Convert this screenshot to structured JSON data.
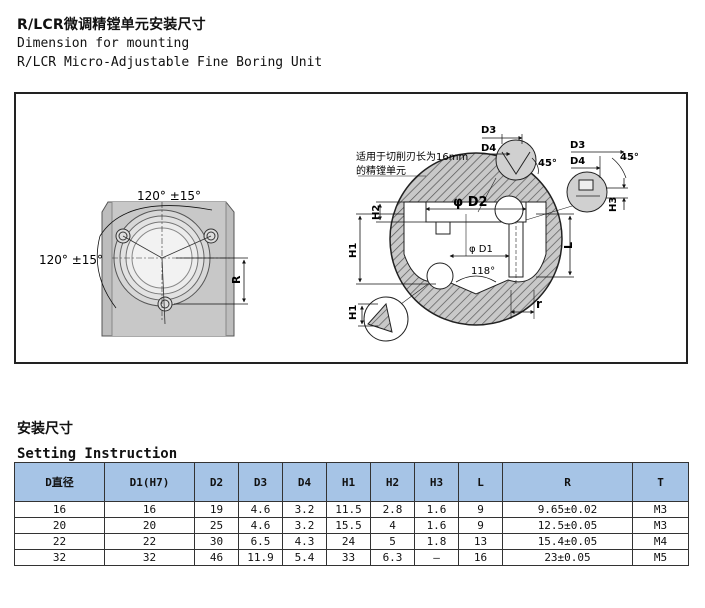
{
  "header": {
    "title": "R/LCR微调精镗单元安装尺寸",
    "subtitle": "Dimension for mounting",
    "product": "R/LCR Micro-Adjustable Fine Boring Unit"
  },
  "figure": {
    "angle_top": "120° ±15°",
    "angle_left": "120° ±15°",
    "label_R": "R",
    "note_line1": "适用于切削刃长为16mm",
    "note_line2": "的精镗单元",
    "label_D3a": "D3",
    "label_D4a": "D4",
    "label_45a": "45°",
    "label_D3b": "D3",
    "label_D4b": "D4",
    "label_45b": "45°",
    "label_H3": "H3",
    "label_H2": "H2",
    "label_phiD2": "φ D2",
    "label_phiD1": "φ D1",
    "label_118": "118°",
    "label_L": "L",
    "label_H1a": "H1",
    "label_H1b": "H1",
    "label_r": "r"
  },
  "section": {
    "title": "安装尺寸",
    "subtitle": "Setting Instruction"
  },
  "table": {
    "headers": [
      "D直径",
      "D1(H7)",
      "D2",
      "D3",
      "D4",
      "H1",
      "H2",
      "H3",
      "L",
      "R",
      "T"
    ],
    "rows": [
      [
        "16",
        "16",
        "19",
        "4.6",
        "3.2",
        "11.5",
        "2.8",
        "1.6",
        "9",
        "9.65±0.02",
        "M3"
      ],
      [
        "20",
        "20",
        "25",
        "4.6",
        "3.2",
        "15.5",
        "4",
        "1.6",
        "9",
        "12.5±0.05",
        "M3"
      ],
      [
        "22",
        "22",
        "30",
        "6.5",
        "4.3",
        "24",
        "5",
        "1.8",
        "13",
        "15.4±0.05",
        "M4"
      ],
      [
        "32",
        "32",
        "46",
        "11.9",
        "5.4",
        "33",
        "6.3",
        "—",
        "16",
        "23±0.05",
        "M5"
      ]
    ]
  }
}
